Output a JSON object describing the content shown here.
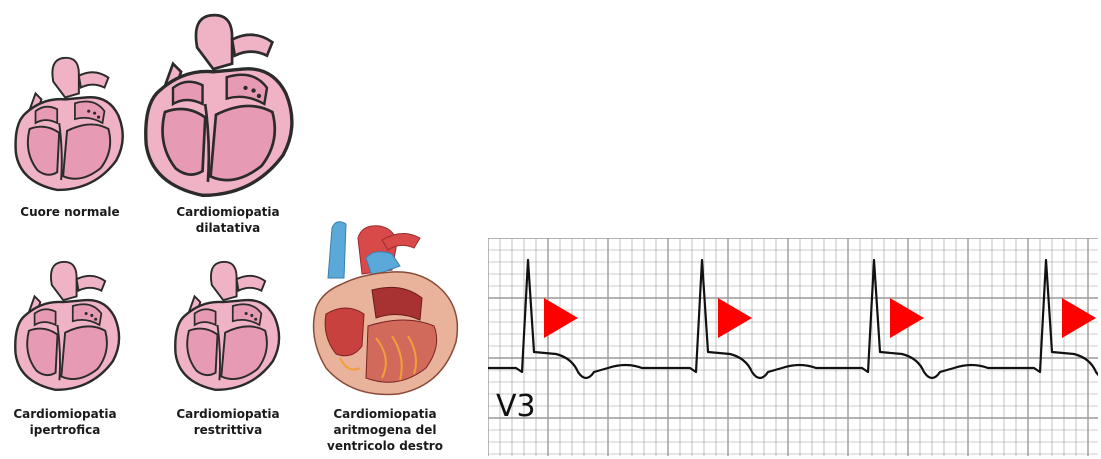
{
  "hearts": [
    {
      "id": "normal",
      "lines": [
        "Cuore normale"
      ]
    },
    {
      "id": "dilated",
      "lines": [
        "Cardiomiopatia",
        "dilatativa"
      ]
    },
    {
      "id": "hypertrophic",
      "lines": [
        "Cardiomiopatia",
        "ipertrofica"
      ]
    },
    {
      "id": "restrictive",
      "lines": [
        "Cardiomiopatia",
        "restrittiva"
      ]
    },
    {
      "id": "arrhythmogenic",
      "lines": [
        "Cardiomiopatia",
        "aritmogena del",
        "ventricolo destro"
      ]
    }
  ],
  "ecg": {
    "lead_label": "V3",
    "arrow_color": "#ff0000",
    "grid_color": "#9a9a9a",
    "trace_color": "#111111",
    "arrow_count": 4
  },
  "colors": {
    "heart_fill": "#f0b3c6",
    "heart_dark": "#c76b8c",
    "heart_outline": "#2b2b2b",
    "vessel_blue": "#5aa9d9"
  }
}
